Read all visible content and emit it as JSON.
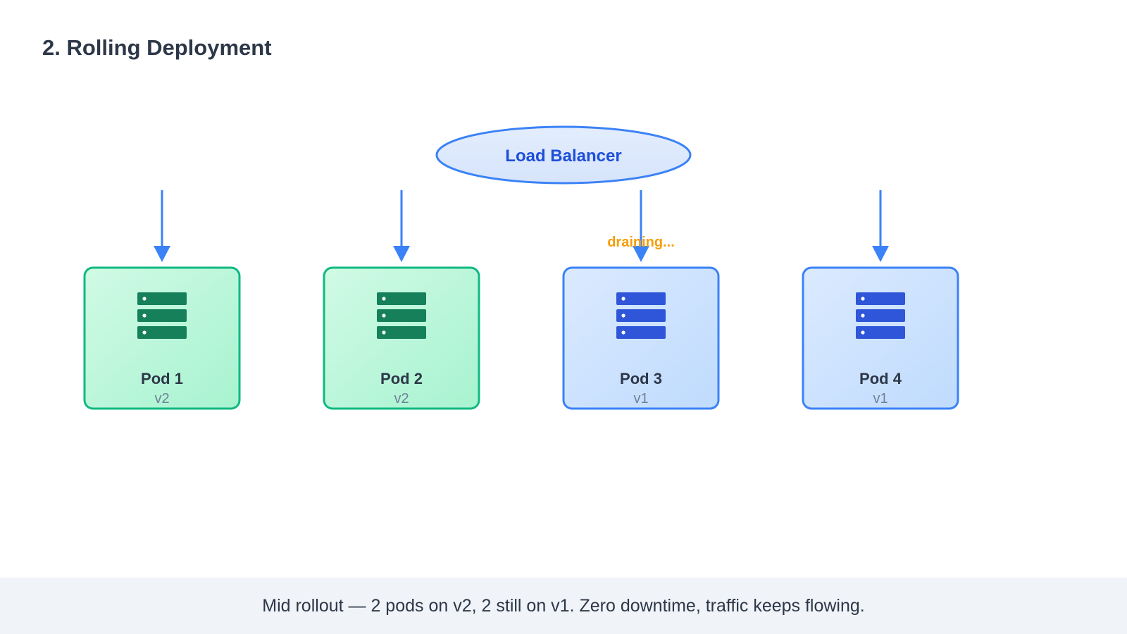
{
  "title": "2. Rolling Deployment",
  "load_balancer": {
    "label": "Load Balancer"
  },
  "pods": [
    {
      "name": "Pod 1",
      "version": "v2",
      "state": "new",
      "status": ""
    },
    {
      "name": "Pod 2",
      "version": "v2",
      "state": "new",
      "status": ""
    },
    {
      "name": "Pod 3",
      "version": "v1",
      "state": "old",
      "status": "draining..."
    },
    {
      "name": "Pod 4",
      "version": "v1",
      "state": "old",
      "status": ""
    }
  ],
  "caption": "Mid rollout — 2 pods on v2, 2 still on v1. Zero downtime, traffic keeps flowing.",
  "colors": {
    "new_border": "#10b981",
    "new_fill_start": "#d1fae5",
    "new_fill_end": "#a7f3d0",
    "new_icon": "#15805a",
    "old_border": "#3b82f6",
    "old_fill_start": "#dbeafe",
    "old_fill_end": "#bfdbfe",
    "old_icon": "#2f56d9",
    "arrow": "#3b82f6",
    "status": "#f59e0b"
  },
  "icons": {
    "pod": "server-rack-icon"
  }
}
